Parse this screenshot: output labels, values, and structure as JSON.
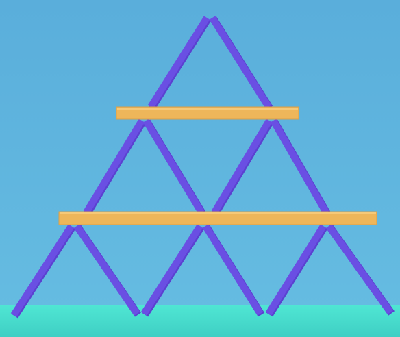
{
  "scene": {
    "kind": "card-house-stacking",
    "tiers": 3,
    "slanted_sticks": 12,
    "horizontal_planks": 2
  },
  "colors": {
    "sky_top": "#5aaedb",
    "sky_bottom": "#66bde2",
    "floor": "#4fe6d3",
    "floor_edge": "#3fcfc4",
    "stick": "#6a4fe3",
    "stick_dark": "#5b41d0",
    "plank": "#eeb65a",
    "plank_edge": "#d9a04a"
  }
}
